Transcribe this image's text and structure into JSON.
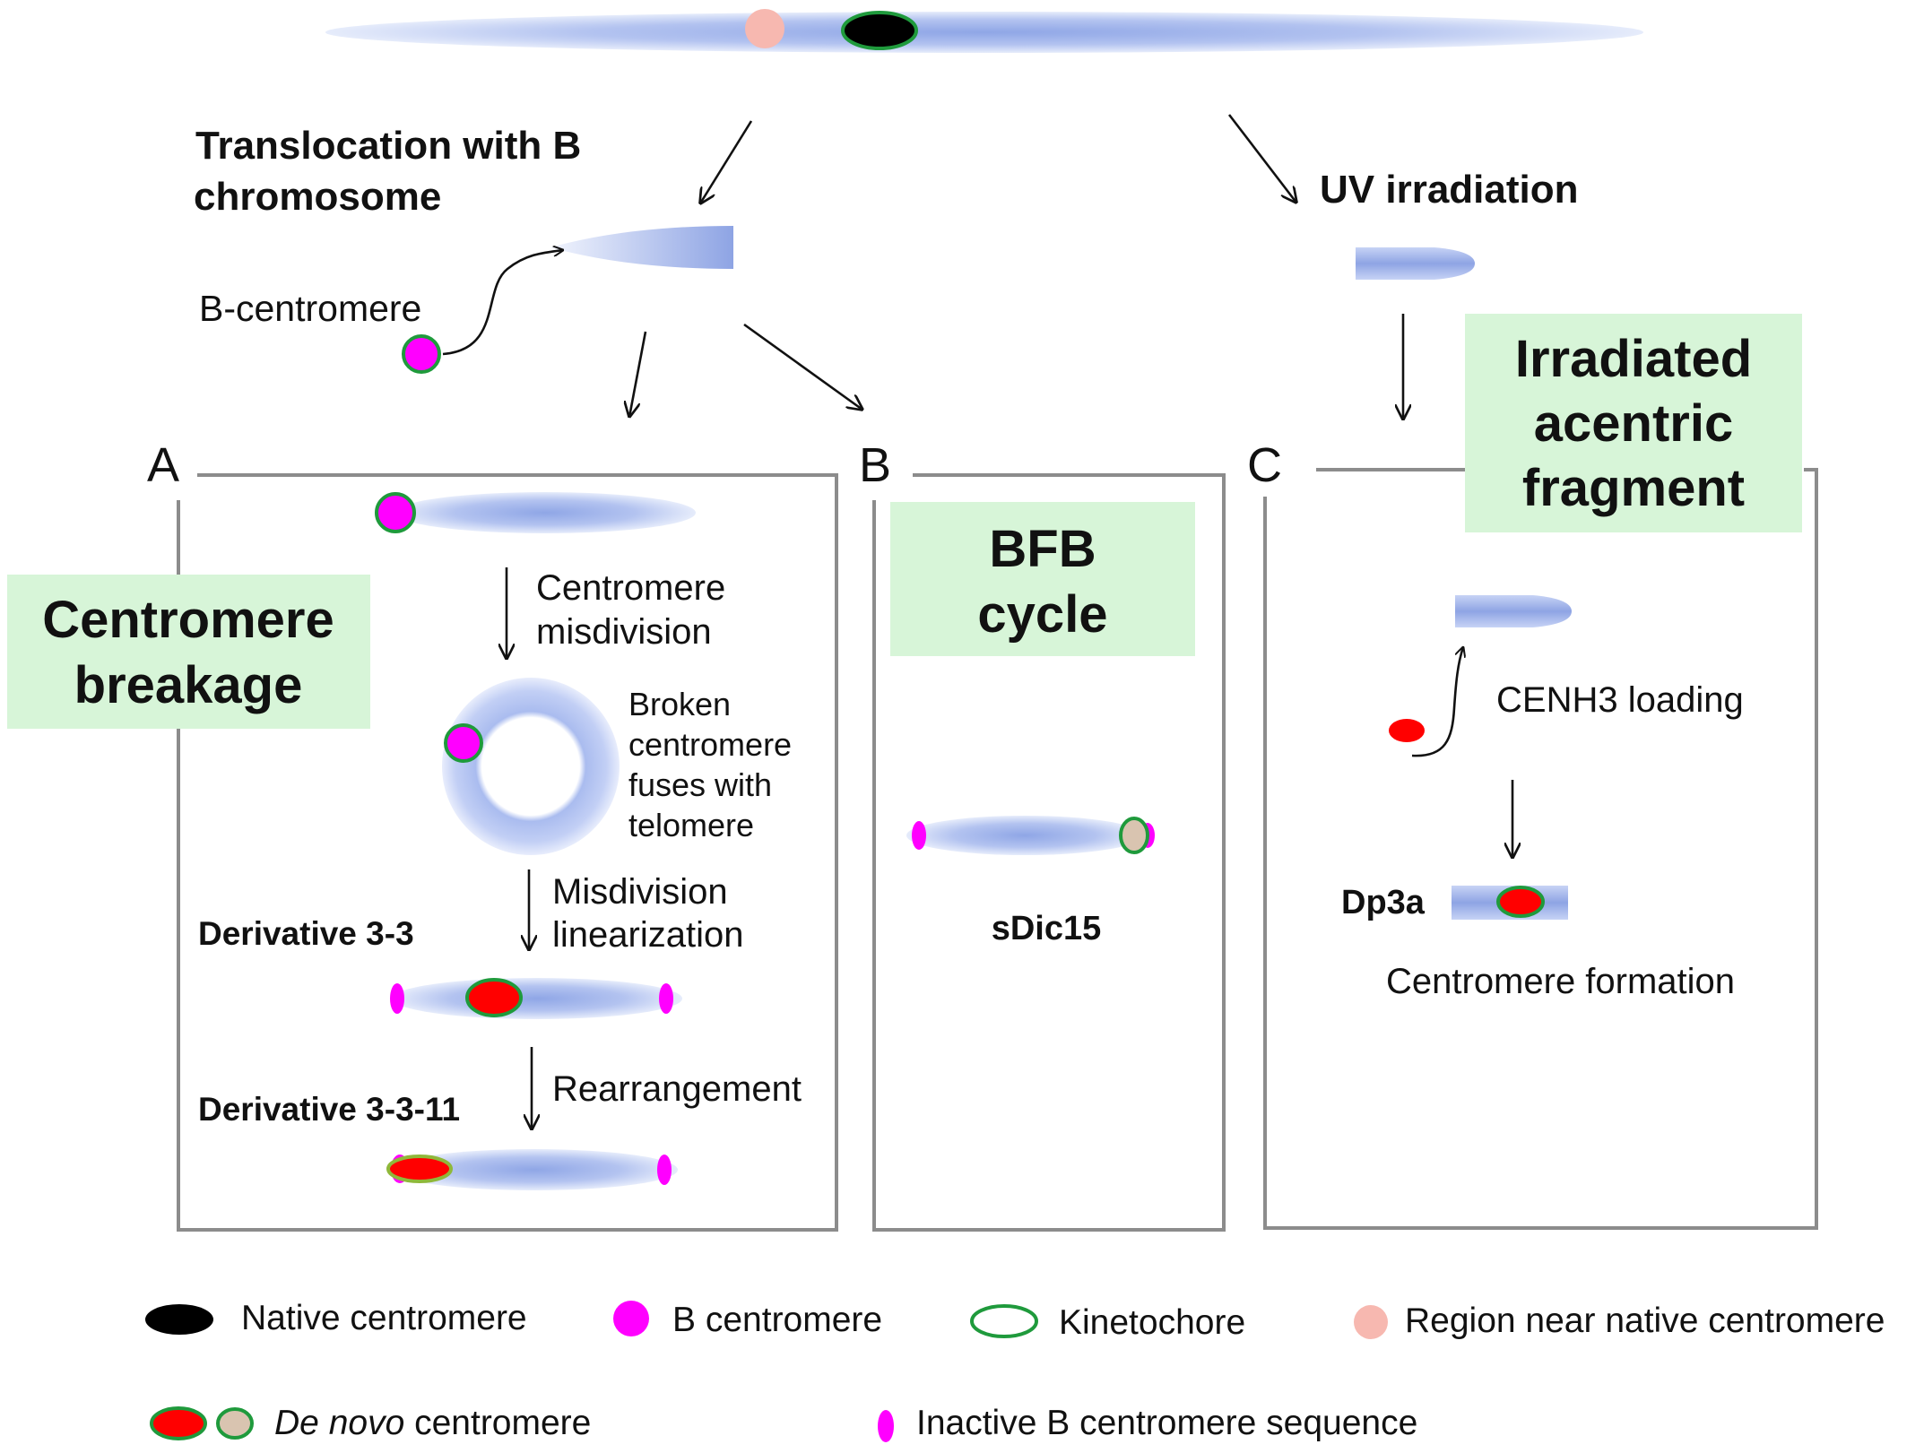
{
  "top": {
    "translocation_label_1": "Translocation with B",
    "translocation_label_2": "chromosome",
    "uv_label": "UV irradiation",
    "b_centromere_label": "B-centromere"
  },
  "panels": {
    "a": {
      "letter": "A",
      "box_title_1": "Centromere",
      "box_title_2": "breakage",
      "step1_1": "Centromere",
      "step1_2": "misdivision",
      "ring_label_1": "Broken",
      "ring_label_2": "centromere",
      "ring_label_3": "fuses with",
      "ring_label_4": "telomere",
      "step2_1": "Misdivision",
      "step2_2": "linearization",
      "derivative_1": "Derivative 3-3",
      "step3": "Rearrangement",
      "derivative_2": "Derivative 3-3-11"
    },
    "b": {
      "letter": "B",
      "box_title_1": "BFB",
      "box_title_2": "cycle",
      "label": "sDic15"
    },
    "c": {
      "letter": "C",
      "box_title_1": "Irradiated",
      "box_title_2": "acentric",
      "box_title_3": "fragment",
      "loading_label": "CENH3 loading",
      "dp_label": "Dp3a",
      "formation_label": "Centromere formation"
    }
  },
  "legend": {
    "native": "Native centromere",
    "b_centromere": "B centromere",
    "kinetochore": "Kinetochore",
    "region": "Region near native centromere",
    "de_novo_italic": "De novo",
    "de_novo_rest": " centromere",
    "inactive": "Inactive B centromere sequence"
  },
  "colors": {
    "chromosome": "#8fa6e6",
    "native_centromere": "#000000",
    "b_centromere": "#ff00ff",
    "kinetochore": "#1f9a3c",
    "region_near_native": "#f7b8b0",
    "de_novo": "#ff0000",
    "label_box": "#d7f5d8",
    "panel_border": "#8c8c8c"
  }
}
